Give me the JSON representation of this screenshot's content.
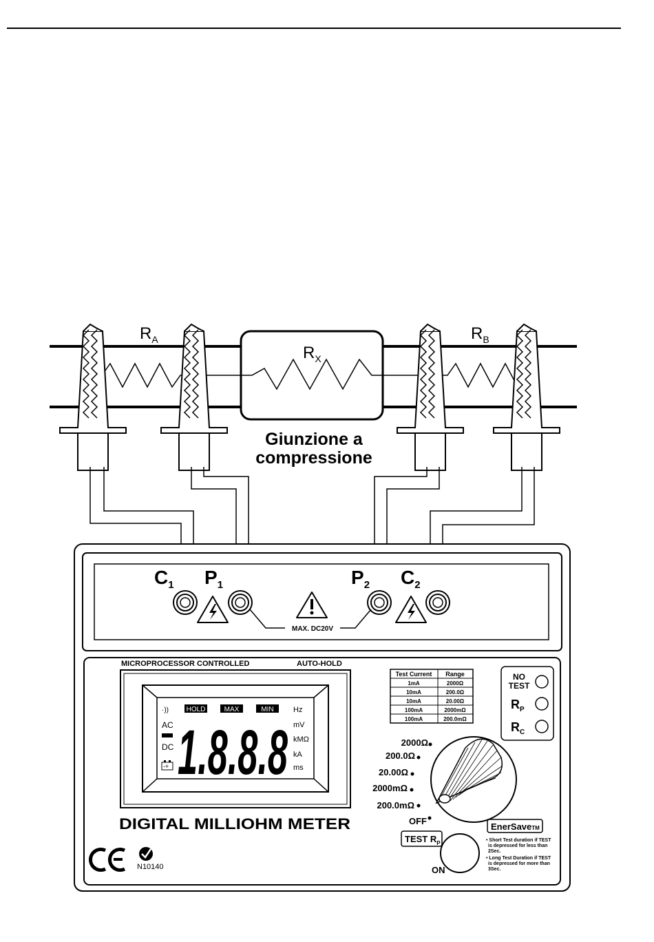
{
  "diagram": {
    "resistors": {
      "ra": {
        "letter": "R",
        "sub": "A"
      },
      "rx": {
        "letter": "R",
        "sub": "X"
      },
      "rb": {
        "letter": "R",
        "sub": "B"
      }
    },
    "junction_label_line1": "Giunzione a",
    "junction_label_line2": "compressione"
  },
  "meter": {
    "terminals": [
      {
        "letter": "C",
        "sub": "1"
      },
      {
        "letter": "P",
        "sub": "1"
      },
      {
        "letter": "P",
        "sub": "2"
      },
      {
        "letter": "C",
        "sub": "2"
      }
    ],
    "max_voltage": "MAX. DC20V",
    "header_left": "MICROPROCESSOR CONTROLLED",
    "header_right": "AUTO-HOLD",
    "lcd": {
      "digits": "1.8.8.8",
      "hold": "HOLD",
      "max": "MAX",
      "min": "MIN",
      "left_labels": [
        "·))",
        "AC",
        "DC"
      ],
      "right_units": [
        "Hz",
        "mV",
        "kMΩ",
        "kA",
        "ms"
      ]
    },
    "brand_title": "DIGITAL MILLIOHM METER",
    "cert_code": "N10140",
    "test_table": {
      "headers": [
        "Test Current",
        "Range"
      ],
      "rows": [
        [
          "1mA",
          "2000Ω"
        ],
        [
          "10mA",
          "200.0Ω"
        ],
        [
          "10mA",
          "20.00Ω"
        ],
        [
          "100mA",
          "2000mΩ"
        ],
        [
          "100mA",
          "200.0mΩ"
        ]
      ]
    },
    "indicators": [
      {
        "label_line1": "NO",
        "label_line2": "TEST"
      },
      {
        "letter": "R",
        "sub": "P"
      },
      {
        "letter": "R",
        "sub": "C"
      }
    ],
    "dial_positions": [
      "2000Ω",
      "200.0Ω",
      "20.00Ω",
      "2000mΩ",
      "200.0mΩ",
      "OFF"
    ],
    "enersave": {
      "name": "EnerSave",
      "tm": "TM"
    },
    "notes": [
      [
        "• Short Test duration if TEST",
        "is depressed  for less than",
        "2Sec."
      ],
      [
        "• Long Test Duration if TEST",
        "is  depressed  for more than",
        "3Sec."
      ]
    ],
    "test_button": {
      "letter": "TEST R",
      "sub": "P"
    },
    "on_label": "ON"
  }
}
